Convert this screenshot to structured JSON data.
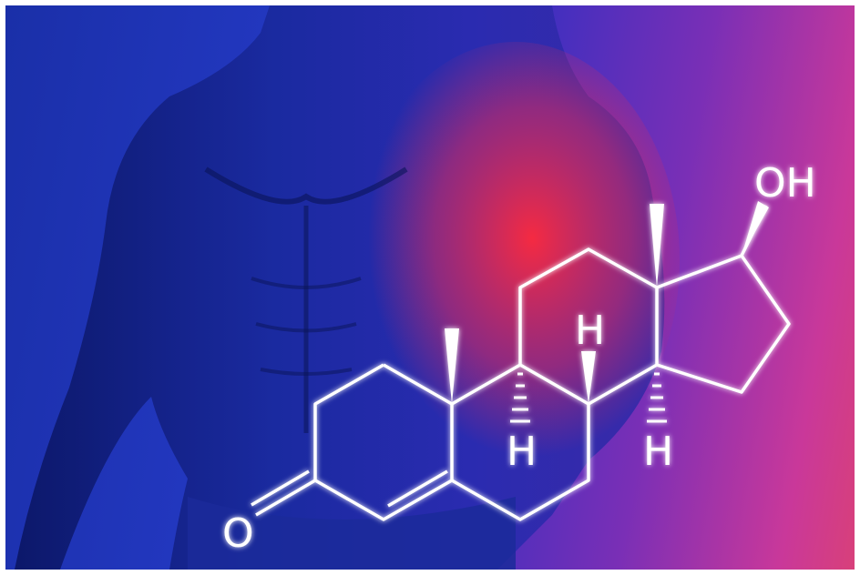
{
  "image": {
    "subject": "muscular-torso-with-steroid-molecule",
    "colors": {
      "background_left": "#1f33b8",
      "background_right": "#d43f85",
      "body_shadow": "#0f1d7a",
      "red_highlight": "#ff2a3c",
      "molecule_stroke": "#ffffff"
    }
  },
  "molecule": {
    "atom_labels": {
      "oh": "OH",
      "ketone_o": "O",
      "h_center_top": "H",
      "h_left_bottom": "H",
      "h_right_bottom": "H"
    }
  }
}
